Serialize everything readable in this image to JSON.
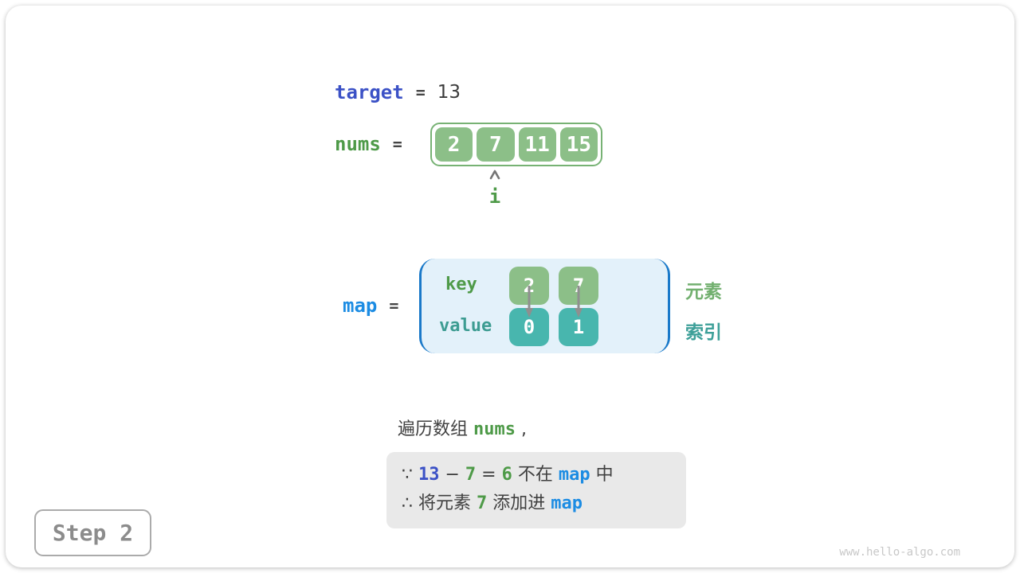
{
  "colors": {
    "royal_blue": "#3B51C6",
    "sky_blue": "#1C8CE3",
    "green": "#4E9A48",
    "teal": "#3D9C92",
    "cell_green": "#8CBF88",
    "cell_teal": "#48B6AE",
    "map_fill": "#E3F1FA",
    "map_bracket": "#1A79C9",
    "note_bg": "#E9E9E9",
    "dark_text": "#404040",
    "gray_text": "#8C8C8C"
  },
  "target_row": {
    "name": "target",
    "eq": "=",
    "value": "13"
  },
  "nums_row": {
    "name": "nums",
    "eq": "=",
    "values": [
      "2",
      "7",
      "11",
      "15"
    ],
    "index_pointer_label": "i",
    "pointer_cell_index": 1
  },
  "map_row": {
    "name": "map",
    "eq": "=",
    "key_label": "key",
    "value_label": "value",
    "entries": [
      {
        "key": "2",
        "value": "0"
      },
      {
        "key": "7",
        "value": "1"
      }
    ],
    "element_label": "元素",
    "index_label": "索引"
  },
  "caption": {
    "segments": [
      {
        "t": "遍历数组 ",
        "c": "d"
      },
      {
        "t": "nums",
        "c": "g"
      },
      {
        "t": " ,",
        "c": "d"
      }
    ]
  },
  "note": {
    "line1": [
      {
        "t": "∵ ",
        "c": "d"
      },
      {
        "t": "13",
        "c": "b"
      },
      {
        "t": " − ",
        "c": "d"
      },
      {
        "t": "7",
        "c": "g"
      },
      {
        "t": " = ",
        "c": "d"
      },
      {
        "t": "6",
        "c": "g"
      },
      {
        "t": " 不在 ",
        "c": "d"
      },
      {
        "t": "map",
        "c": "s"
      },
      {
        "t": " 中",
        "c": "d"
      }
    ],
    "line2": [
      {
        "t": "∴ 将元素 ",
        "c": "d"
      },
      {
        "t": "7",
        "c": "g"
      },
      {
        "t": " 添加进 ",
        "c": "d"
      },
      {
        "t": "map",
        "c": "s"
      }
    ]
  },
  "footer": {
    "step_label": "Step 2",
    "watermark": "www.hello-algo.com"
  }
}
